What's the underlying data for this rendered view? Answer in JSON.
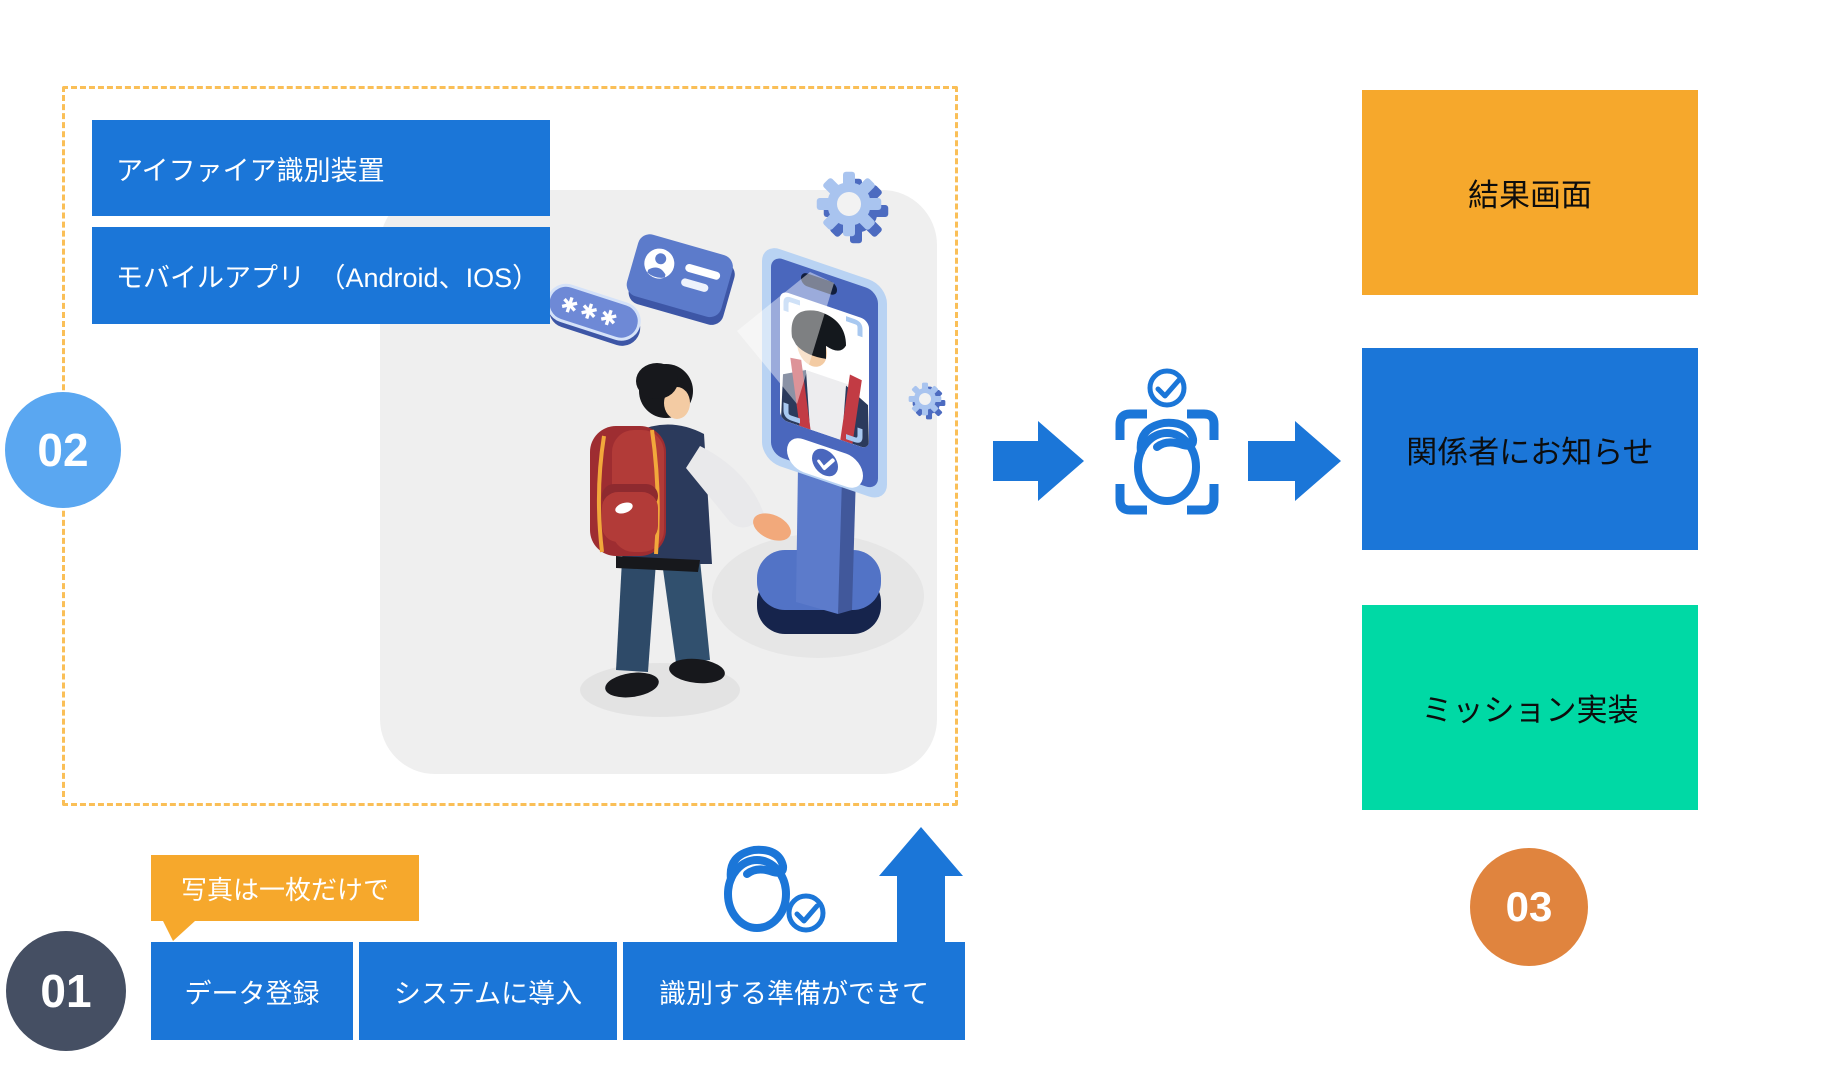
{
  "colors": {
    "primary_blue": "#1B76D8",
    "dashed_border_orange": "#FABF57",
    "tooltip_orange": "#F6A82C",
    "result_box_orange": "#F6A82C",
    "notify_box_blue": "#1B76D8",
    "mission_box_green": "#00D9A5",
    "badge01_slate": "#454F63",
    "badge02_blue": "#5AA7F1",
    "badge03_orange": "#E0843E",
    "illustration_blue": "#5C7BCB",
    "canvas_gray": "#EFEFEF"
  },
  "step01": {
    "number": "01",
    "tooltip": "写真は一枚だけで",
    "boxes": [
      "データ登録",
      "システムに導入",
      "識別する準備ができて"
    ]
  },
  "step02": {
    "number": "02",
    "labels": [
      "アイファイア識別装置",
      "モバイルアプリ　（Android、IOS）"
    ]
  },
  "step03": {
    "number": "03",
    "boxes": [
      "結果画面",
      "関係者にお知らせ",
      "ミッション実装"
    ]
  },
  "icons": {
    "gear": "⚙",
    "id_card": "🪪",
    "password_asterisks": "✱✱✱",
    "check": "✓",
    "face_scan": "face-in-scan-brackets",
    "arrow_right": "→",
    "arrow_up": "↑"
  },
  "illustration": {
    "password_text": "✱✱✱"
  }
}
